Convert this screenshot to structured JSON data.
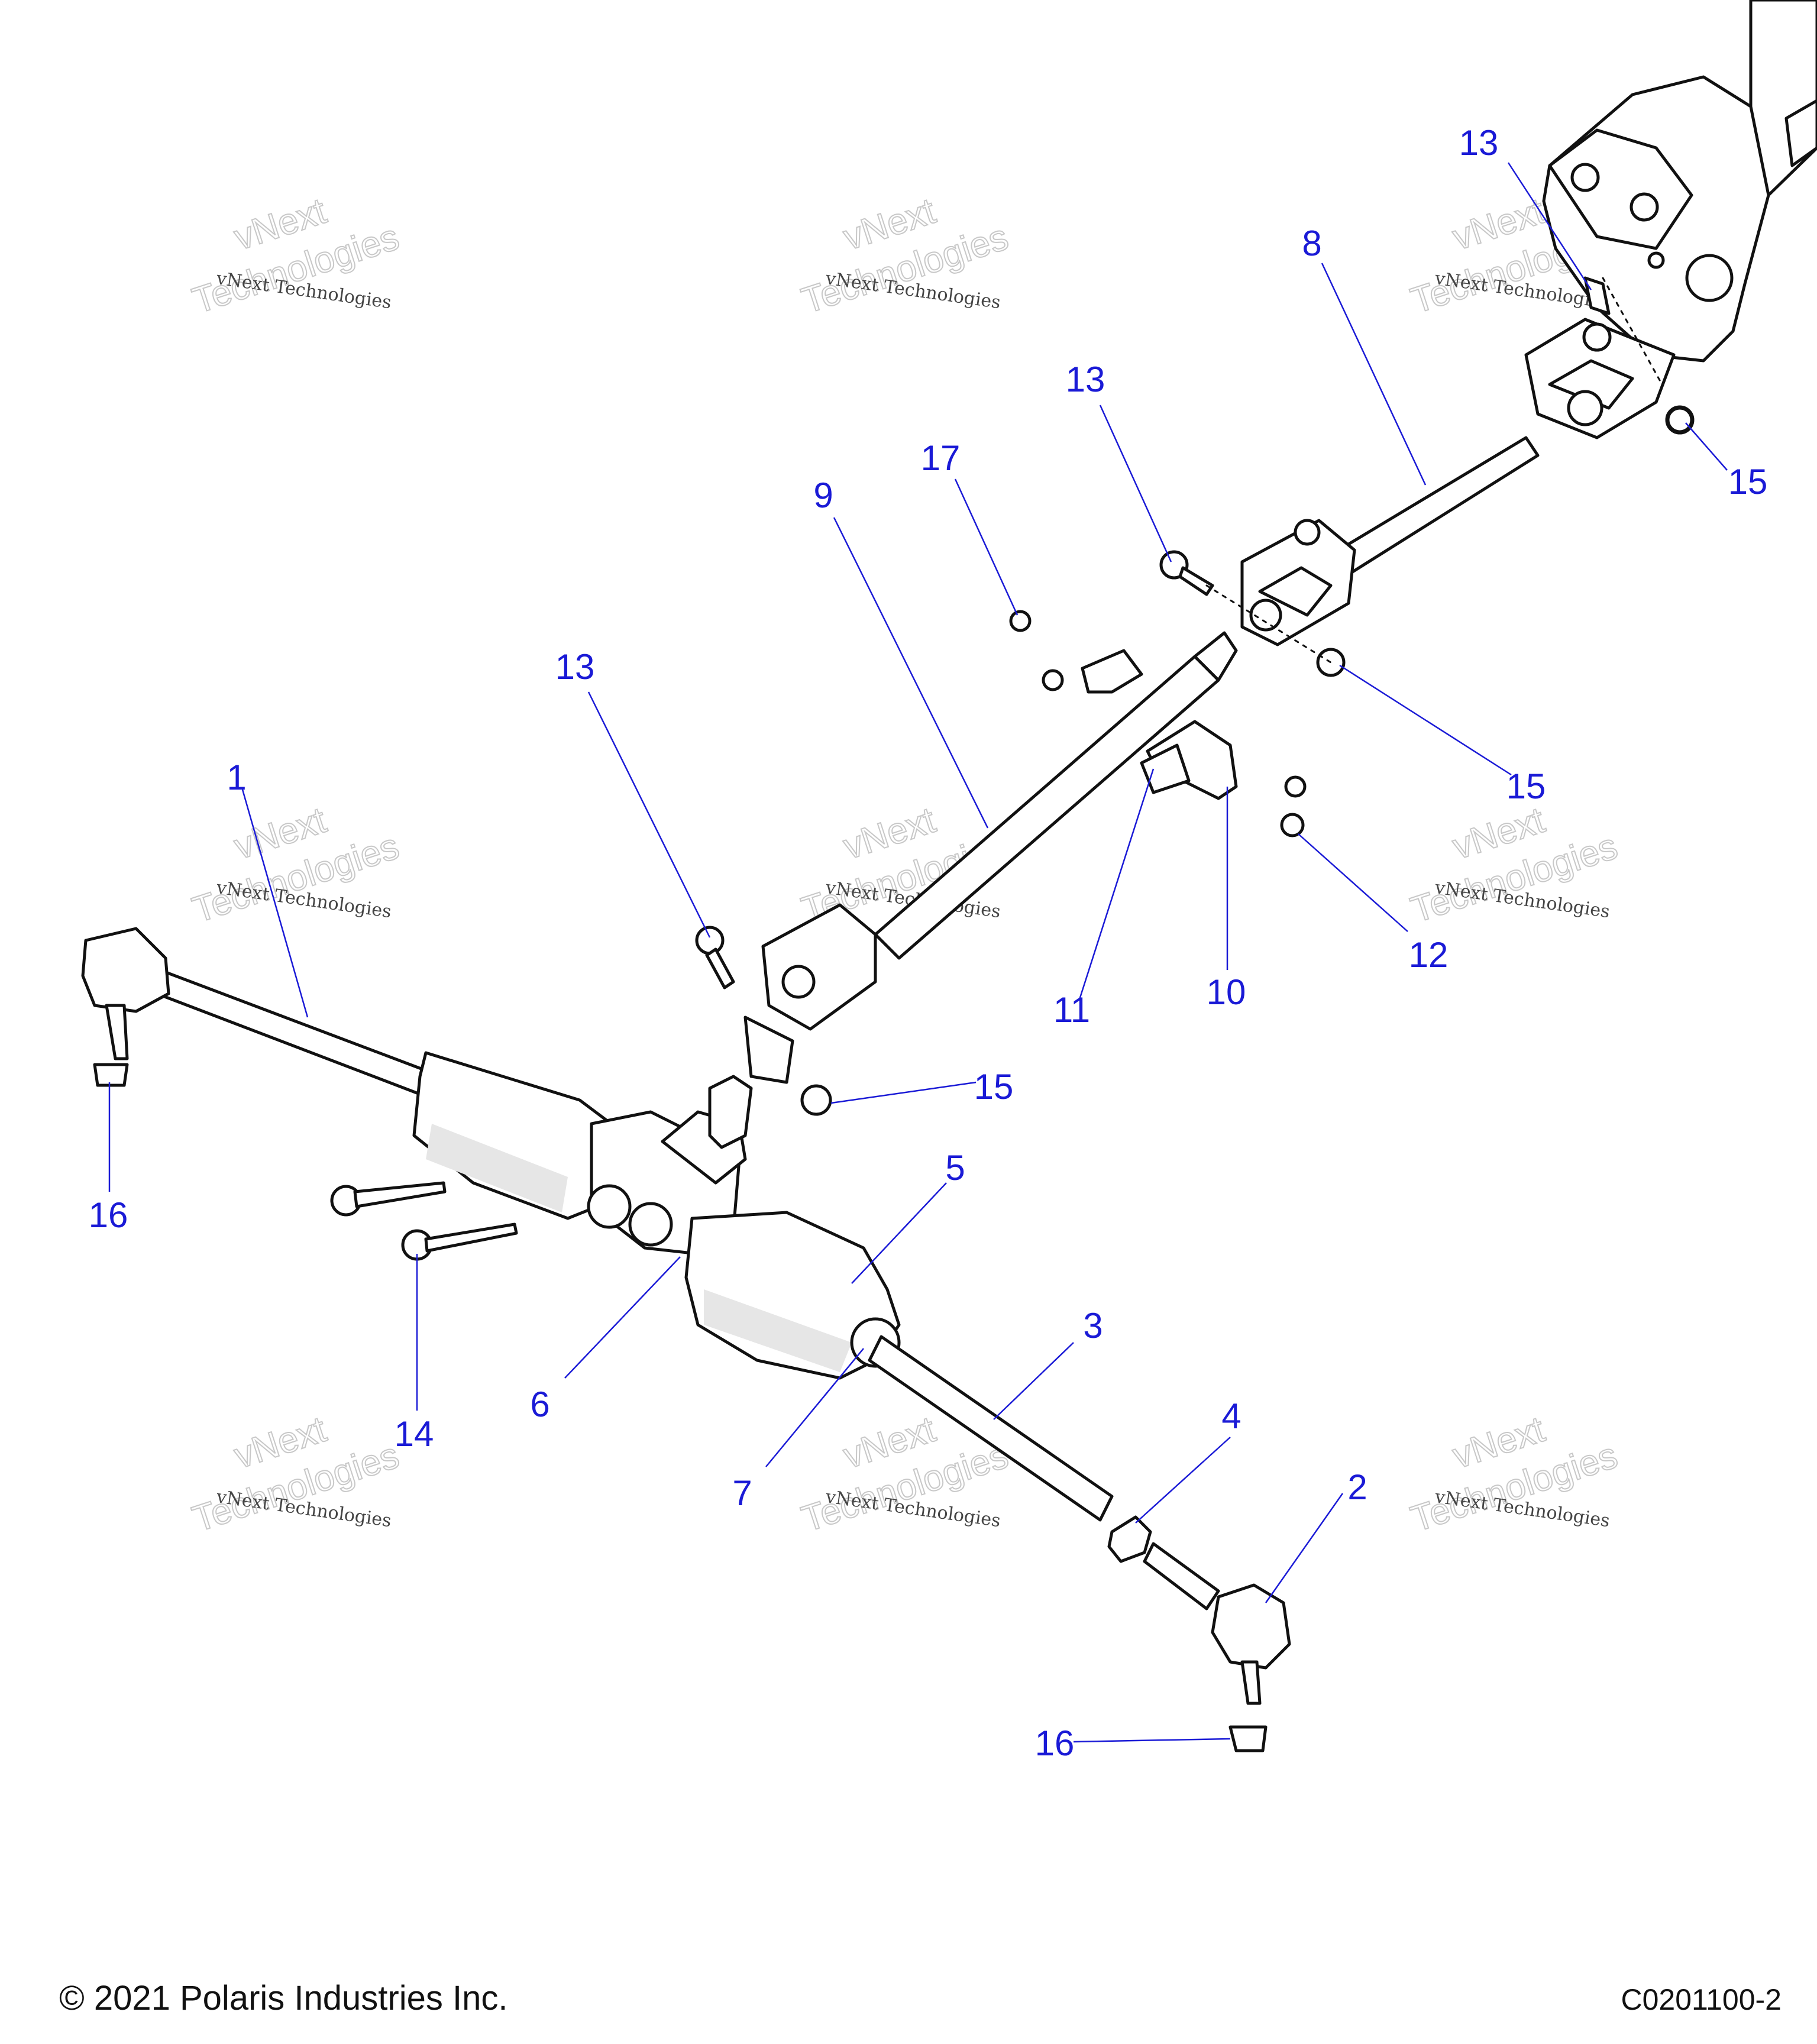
{
  "watermark": {
    "line1": "vNext Technologies",
    "line2": "vNext",
    "line3": "Technologies"
  },
  "callouts": [
    "1",
    "2",
    "3",
    "4",
    "5",
    "6",
    "7",
    "8",
    "9",
    "10",
    "11",
    "12",
    "13",
    "13",
    "13",
    "14",
    "15",
    "15",
    "15",
    "15",
    "16",
    "16",
    "17"
  ],
  "footer": {
    "copyright": "© 2021 Polaris Industries Inc.",
    "drawing_number": "C0201100-2"
  }
}
